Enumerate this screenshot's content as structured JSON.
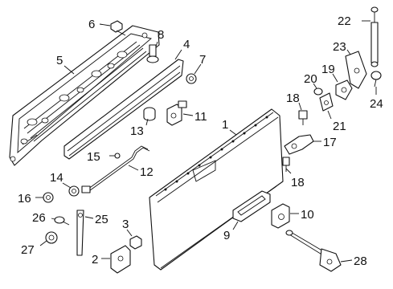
{
  "callouts": {
    "n1": "1",
    "n2": "2",
    "n3": "3",
    "n4": "4",
    "n5": "5",
    "n6": "6",
    "n7": "7",
    "n8": "8",
    "n9": "9",
    "n10": "10",
    "n11": "11",
    "n12": "12",
    "n13": "13",
    "n14": "14",
    "n15": "15",
    "n16": "16",
    "n17": "17",
    "n18a": "18",
    "n18b": "18",
    "n19": "19",
    "n20": "20",
    "n21": "21",
    "n22": "22",
    "n23": "23",
    "n24": "24",
    "n25": "25",
    "n26": "26",
    "n27": "27",
    "n28": "28"
  }
}
